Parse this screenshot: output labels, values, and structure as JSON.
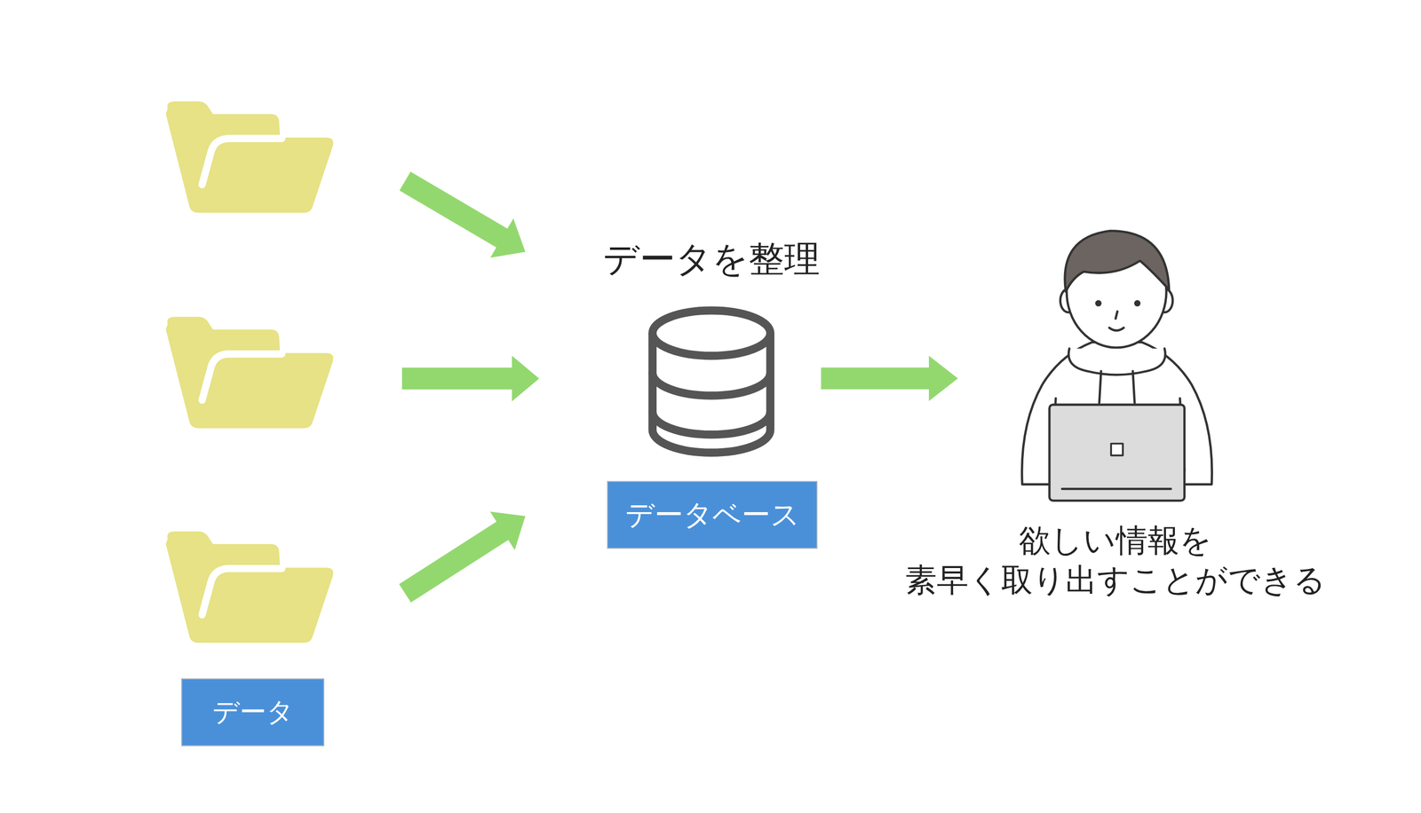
{
  "diagram": {
    "nodes": [
      {
        "text": [
          "データ"
        ]
      },
      {
        "text": [
          "データベース"
        ]
      }
    ],
    "edges": [
      {
        "from": 0,
        "to": 1,
        "arrow": "to"
      },
      {
        "from": 0,
        "to": 1,
        "arrow": "to"
      },
      {
        "from": 0,
        "to": 1,
        "arrow": "to"
      }
    ],
    "labels": [
      "データを整理",
      "欲しい情報を 素早く取り出すことができる"
    ]
  }
}
